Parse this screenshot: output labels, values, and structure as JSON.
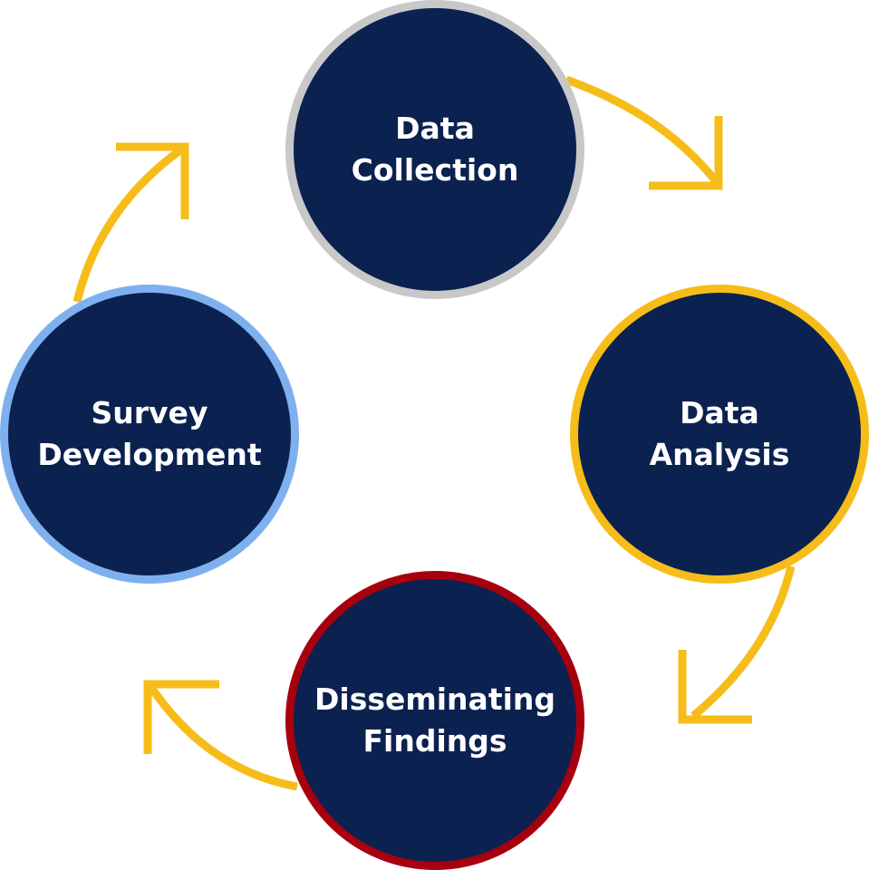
{
  "colors": {
    "node_fill": "#0b2150",
    "arrow": "#f6bd1a",
    "text": "#ffffff"
  },
  "nodes": [
    {
      "id": "collection",
      "lines": [
        "Data",
        "Collection"
      ],
      "border_color": "#c8c8c8"
    },
    {
      "id": "analysis",
      "lines": [
        "Data",
        "Analysis"
      ],
      "border_color": "#f6bd1a"
    },
    {
      "id": "dissem",
      "lines": [
        "Disseminating",
        "Findings"
      ],
      "border_color": "#a6000f"
    },
    {
      "id": "survey",
      "lines": [
        "Survey",
        "Development"
      ],
      "border_color": "#7fb0ee"
    }
  ]
}
